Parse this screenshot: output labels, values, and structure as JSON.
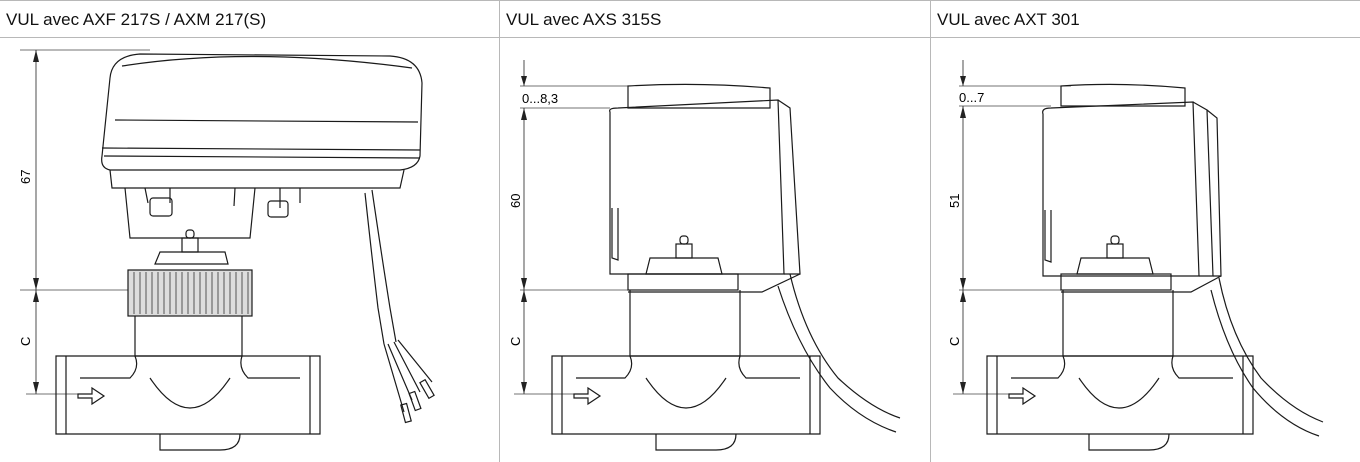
{
  "panels": [
    {
      "title": "VUL avec AXF 217S / AXM 217(S)",
      "dims": {
        "actuator_height": "67",
        "valve_height": "C"
      }
    },
    {
      "title": "VUL avec AXS 315S",
      "dims": {
        "stroke": "0...8,3",
        "actuator_height": "60",
        "valve_height": "C"
      }
    },
    {
      "title": "VUL avec AXT 301",
      "dims": {
        "stroke": "0...7",
        "actuator_height": "51",
        "valve_height": "C"
      }
    }
  ],
  "colors": {
    "line": "#1a1a1a",
    "dim": "#333333",
    "separator": "#b8b8b8"
  }
}
